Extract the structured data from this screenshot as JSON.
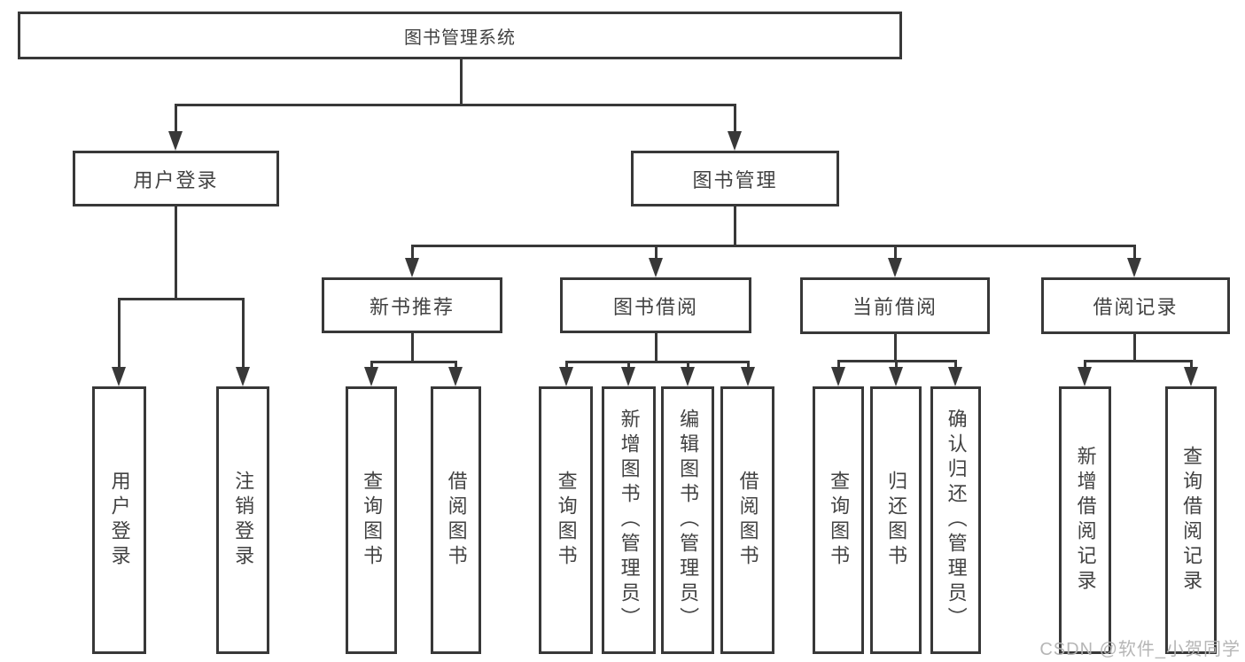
{
  "tree": {
    "label": "图书管理系统",
    "children": [
      {
        "label": "用户登录",
        "children": [
          {
            "label": "用户登录"
          },
          {
            "label": "注销登录"
          }
        ]
      },
      {
        "label": "图书管理",
        "children": [
          {
            "label": "新书推荐",
            "children": [
              {
                "label": "查询图书"
              },
              {
                "label": "借阅图书"
              }
            ]
          },
          {
            "label": "图书借阅",
            "children": [
              {
                "label": "查询图书"
              },
              {
                "label": "新增图书（管理员）"
              },
              {
                "label": "编辑图书（管理员）"
              },
              {
                "label": "借阅图书"
              }
            ]
          },
          {
            "label": "当前借阅",
            "children": [
              {
                "label": "查询图书"
              },
              {
                "label": "归还图书"
              },
              {
                "label": "确认归还（管理员）"
              }
            ]
          },
          {
            "label": "借阅记录",
            "children": [
              {
                "label": "新增借阅记录"
              },
              {
                "label": "查询借阅记录"
              }
            ]
          }
        ]
      }
    ]
  },
  "watermark": {
    "text": "CSDN @软件_小贺同学"
  },
  "colors": {
    "line": "#383838",
    "text": "#424242",
    "watermark": "#b2b2b2",
    "background": "#ffffff"
  }
}
